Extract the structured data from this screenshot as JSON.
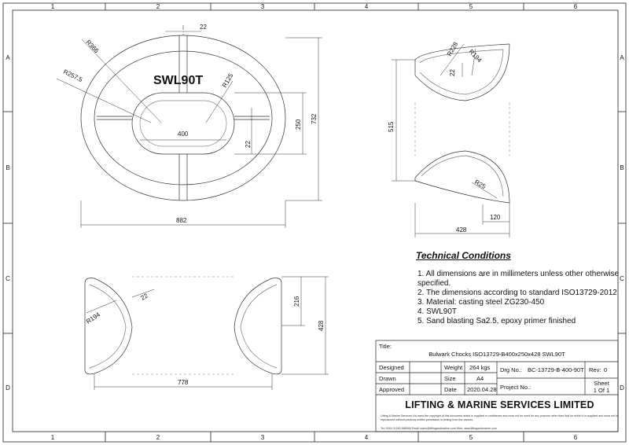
{
  "grid": {
    "columns": [
      "1",
      "2",
      "3",
      "4",
      "5",
      "6"
    ],
    "rows": [
      "A",
      "B",
      "C",
      "D"
    ]
  },
  "top_view": {
    "label": "SWL90T",
    "dim_width_top": "22",
    "dim_r366": "R366",
    "dim_r2575": "R257.5",
    "dim_r125": "R125",
    "dim_400": "400",
    "dim_22_mid": "22",
    "dim_250": "250",
    "dim_732": "732",
    "dim_882": "882"
  },
  "side_view": {
    "dim_r228": "R228",
    "dim_r194": "R194",
    "dim_22": "22",
    "dim_515": "515",
    "dim_r25": "R25",
    "dim_120": "120",
    "dim_428": "428"
  },
  "end_view": {
    "dim_22": "22",
    "dim_r194": "R194",
    "dim_216": "216",
    "dim_428": "428",
    "dim_778": "778"
  },
  "technical": {
    "heading": "Technical Conditions",
    "items": [
      "1. All dimensions are in millimeters unless other otherwise specified.",
      "2. The dimensions according to standard ISO13729-2012",
      "3. Material:  casting steel ZG230-450",
      "4. SWL90T",
      "5. Sand blasting Sa2.5, epoxy primer finished"
    ]
  },
  "title_block": {
    "title_label": "Title:",
    "title_value": "Bulwark Chocks ISO13729-B400x250x428 SWL90T",
    "designed_label": "Designed",
    "drawn_label": "Drawn",
    "approved_label": "Approved",
    "weight_label": "Weight",
    "weight_value": "264 kgs",
    "size_label": "Size",
    "size_value": "A4",
    "date_label": "Date",
    "date_value": "2020.04.28",
    "drg_no_label": "Drg No.:",
    "drg_no_value": "BC-13729-B-400-90T",
    "rev_label": "Rev:",
    "rev_value": "0",
    "project_label": "Project No.:",
    "sheet_label": "Sheet",
    "sheet_value": "1 Of 1",
    "company": "LIFTING & MARINE SERVICES LIMITED",
    "disclaimer": "Lifting & Marine Services Ltd owns the copyright of this document which is supplied in confidence and must not be used for any purpose other than that for which it is supplied and must not be reproduced without previous written permission in writing from the owners.",
    "contact": "Tel: 0044 01283 588948  Email: sales@liftingandmarine.com  Web: www.liftingandmarine.com"
  }
}
